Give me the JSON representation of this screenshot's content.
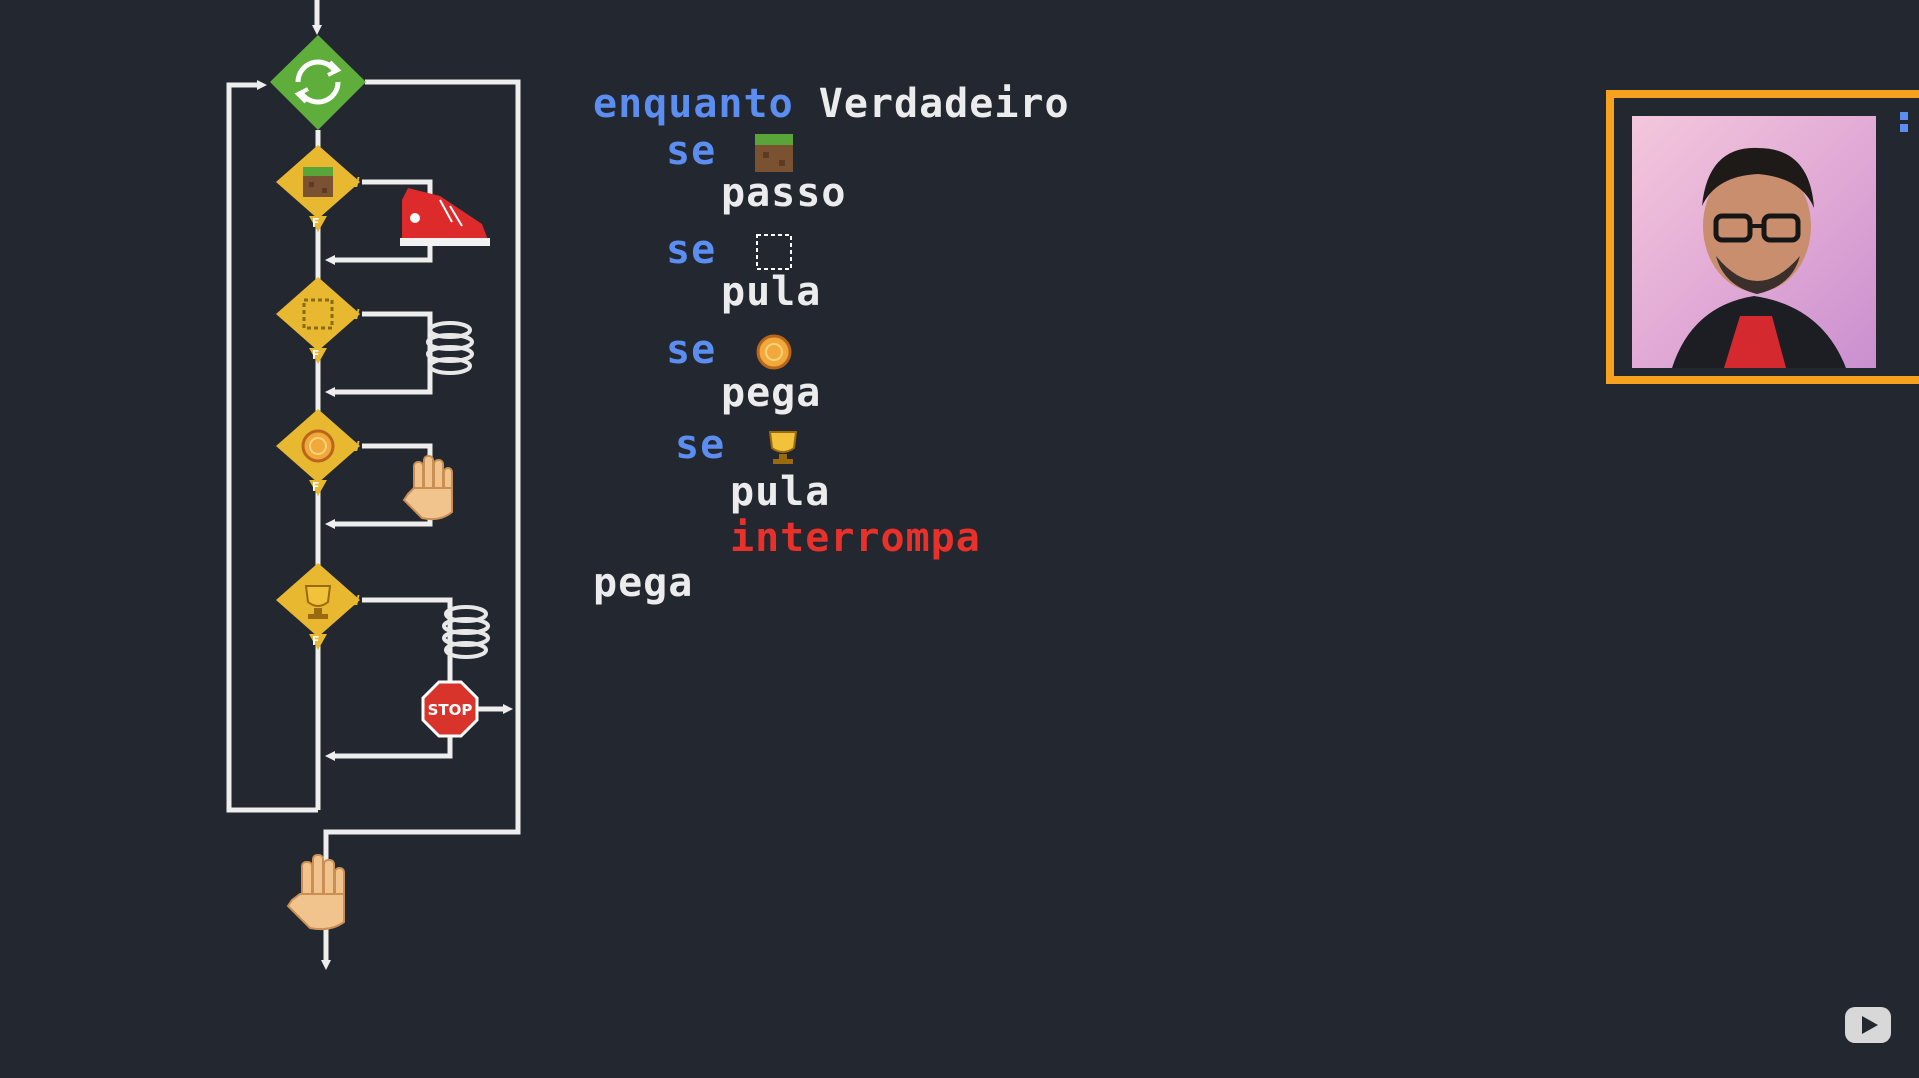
{
  "diagram": {
    "loop_icon": "loop-arrows-icon",
    "branch_true_label": "V",
    "branch_false_label": "F",
    "colors": {
      "background": "#23272f",
      "line": "#eeeeee",
      "loop_diamond": "#5fae3c",
      "condition_diamond": "#e8b830",
      "keyword": "#5b8ef0",
      "value": "#ececec",
      "break": "#e8312b",
      "webcam_border": "#f6a21e"
    },
    "nodes": [
      {
        "condition_icon": "dirt-block-icon",
        "action_icon": "sneaker-icon"
      },
      {
        "condition_icon": "empty-block-icon",
        "action_icon": "spring-icon"
      },
      {
        "condition_icon": "coin-icon",
        "action_icon": "hand-icon"
      },
      {
        "condition_icon": "trophy-icon",
        "action_icon": "spring-icon",
        "extra_icon": "stop-sign-icon"
      }
    ],
    "stop_sign_text": "STOP",
    "exit_icon": "hand-icon"
  },
  "code": {
    "while_kw": "enquanto",
    "while_val": "Verdadeiro",
    "if_kw": "se",
    "lines": {
      "if1_action": "passo",
      "if2_action": "pula",
      "if3_action": "pega",
      "if4_action1": "pula",
      "if4_action2": "interrompa",
      "after_loop": "pega"
    },
    "icons": [
      "dirt-block-icon",
      "empty-block-icon",
      "coin-icon",
      "trophy-icon"
    ]
  },
  "webcam": {
    "icon": "presenter-video-icon"
  },
  "player": {
    "icon": "play-logo-icon"
  }
}
